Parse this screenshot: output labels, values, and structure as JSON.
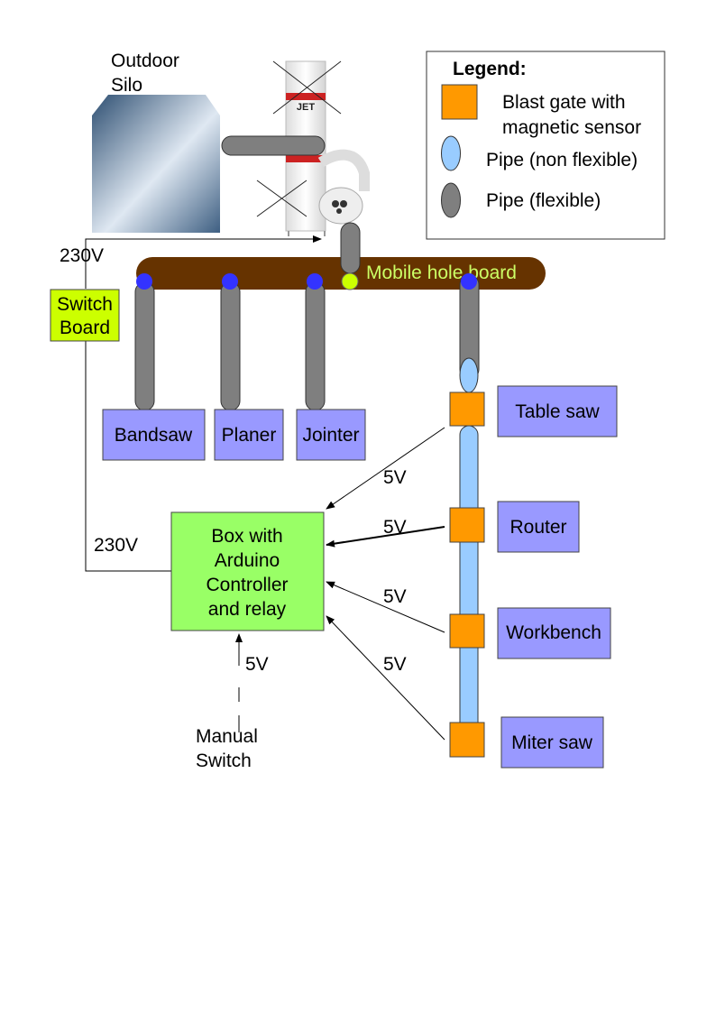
{
  "silo_label": [
    "Outdoor",
    "Silo"
  ],
  "collector_brand": "JET",
  "legend": {
    "title": "Legend:",
    "items": [
      {
        "label": [
          "Blast gate with",
          "magnetic sensor"
        ],
        "symbol": "blast-gate"
      },
      {
        "label": [
          "Pipe (non flexible)"
        ],
        "symbol": "rigid-pipe"
      },
      {
        "label": [
          "Pipe (flexible)"
        ],
        "symbol": "flexible-pipe"
      }
    ]
  },
  "voltage_main": "230V",
  "voltage_box": "230V",
  "switch_board": [
    "Switch",
    "Board"
  ],
  "hole_board_label": "Mobile hole board",
  "tools_top": [
    "Bandsaw",
    "Planer",
    "Jointer"
  ],
  "tools_right": [
    "Table saw",
    "Router",
    "Workbench",
    "Miter saw"
  ],
  "controller": [
    "Box with",
    "Arduino",
    "Controller",
    "and relay"
  ],
  "signal_voltage": "5V",
  "manual_switch": [
    "Manual",
    "Switch"
  ],
  "colors": {
    "blast_gate": "#ff9900",
    "rigid_pipe": "#99ccff",
    "flexible_pipe": "#7f7f7f",
    "hole_board": "#663300",
    "hole_port": "#3333ff",
    "active_port": "#ccff00",
    "tool_box": "#9999ff",
    "controller_box": "#99ff66",
    "switch_board": "#ccff00",
    "hole_board_text": "#ccff66"
  }
}
